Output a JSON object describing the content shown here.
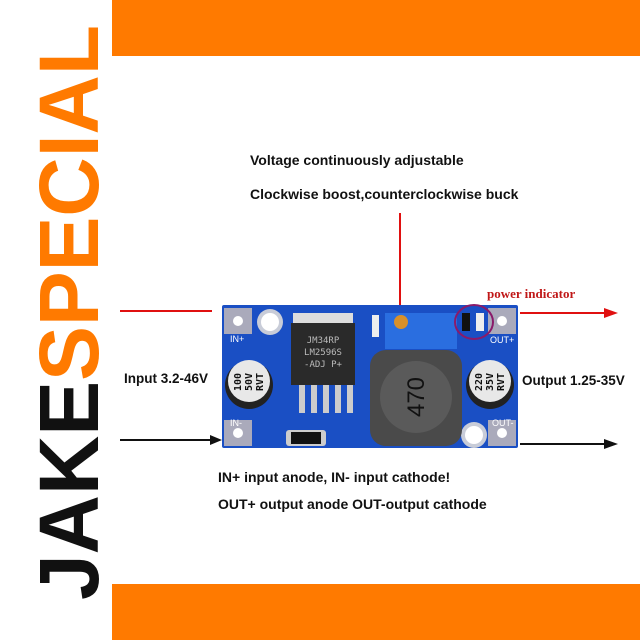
{
  "brand": {
    "logo_text_black": "JAKE",
    "logo_text_orange": "SPECIAL",
    "orange": "#ff7a00"
  },
  "annotations": {
    "title_line1": "Voltage continuously adjustable",
    "title_line2": "Clockwise boost,counterclockwise buck",
    "power_indicator": "power indicator",
    "input_label": "Input 3.2-46V",
    "output_label": "Output 1.25-35V",
    "note_line1": "IN+ input anode, IN- input cathode!",
    "note_line2": "OUT+ output anode OUT-output cathode"
  },
  "board": {
    "pin_in_plus": "IN+",
    "pin_in_minus": "IN-",
    "pin_out_plus": "OUT+",
    "pin_out_minus": "OUT-",
    "cap_in": [
      "100",
      "50V",
      "RVT"
    ],
    "cap_out": [
      "220",
      "35V",
      "RVT"
    ],
    "chip": [
      "JM34RP",
      "LM2596S",
      "-ADJ  P+"
    ],
    "inductor": "470",
    "colors": {
      "pcb": "#1a4fc4",
      "arrow_red": "#e01010",
      "circle": "#8a1a6a"
    }
  }
}
